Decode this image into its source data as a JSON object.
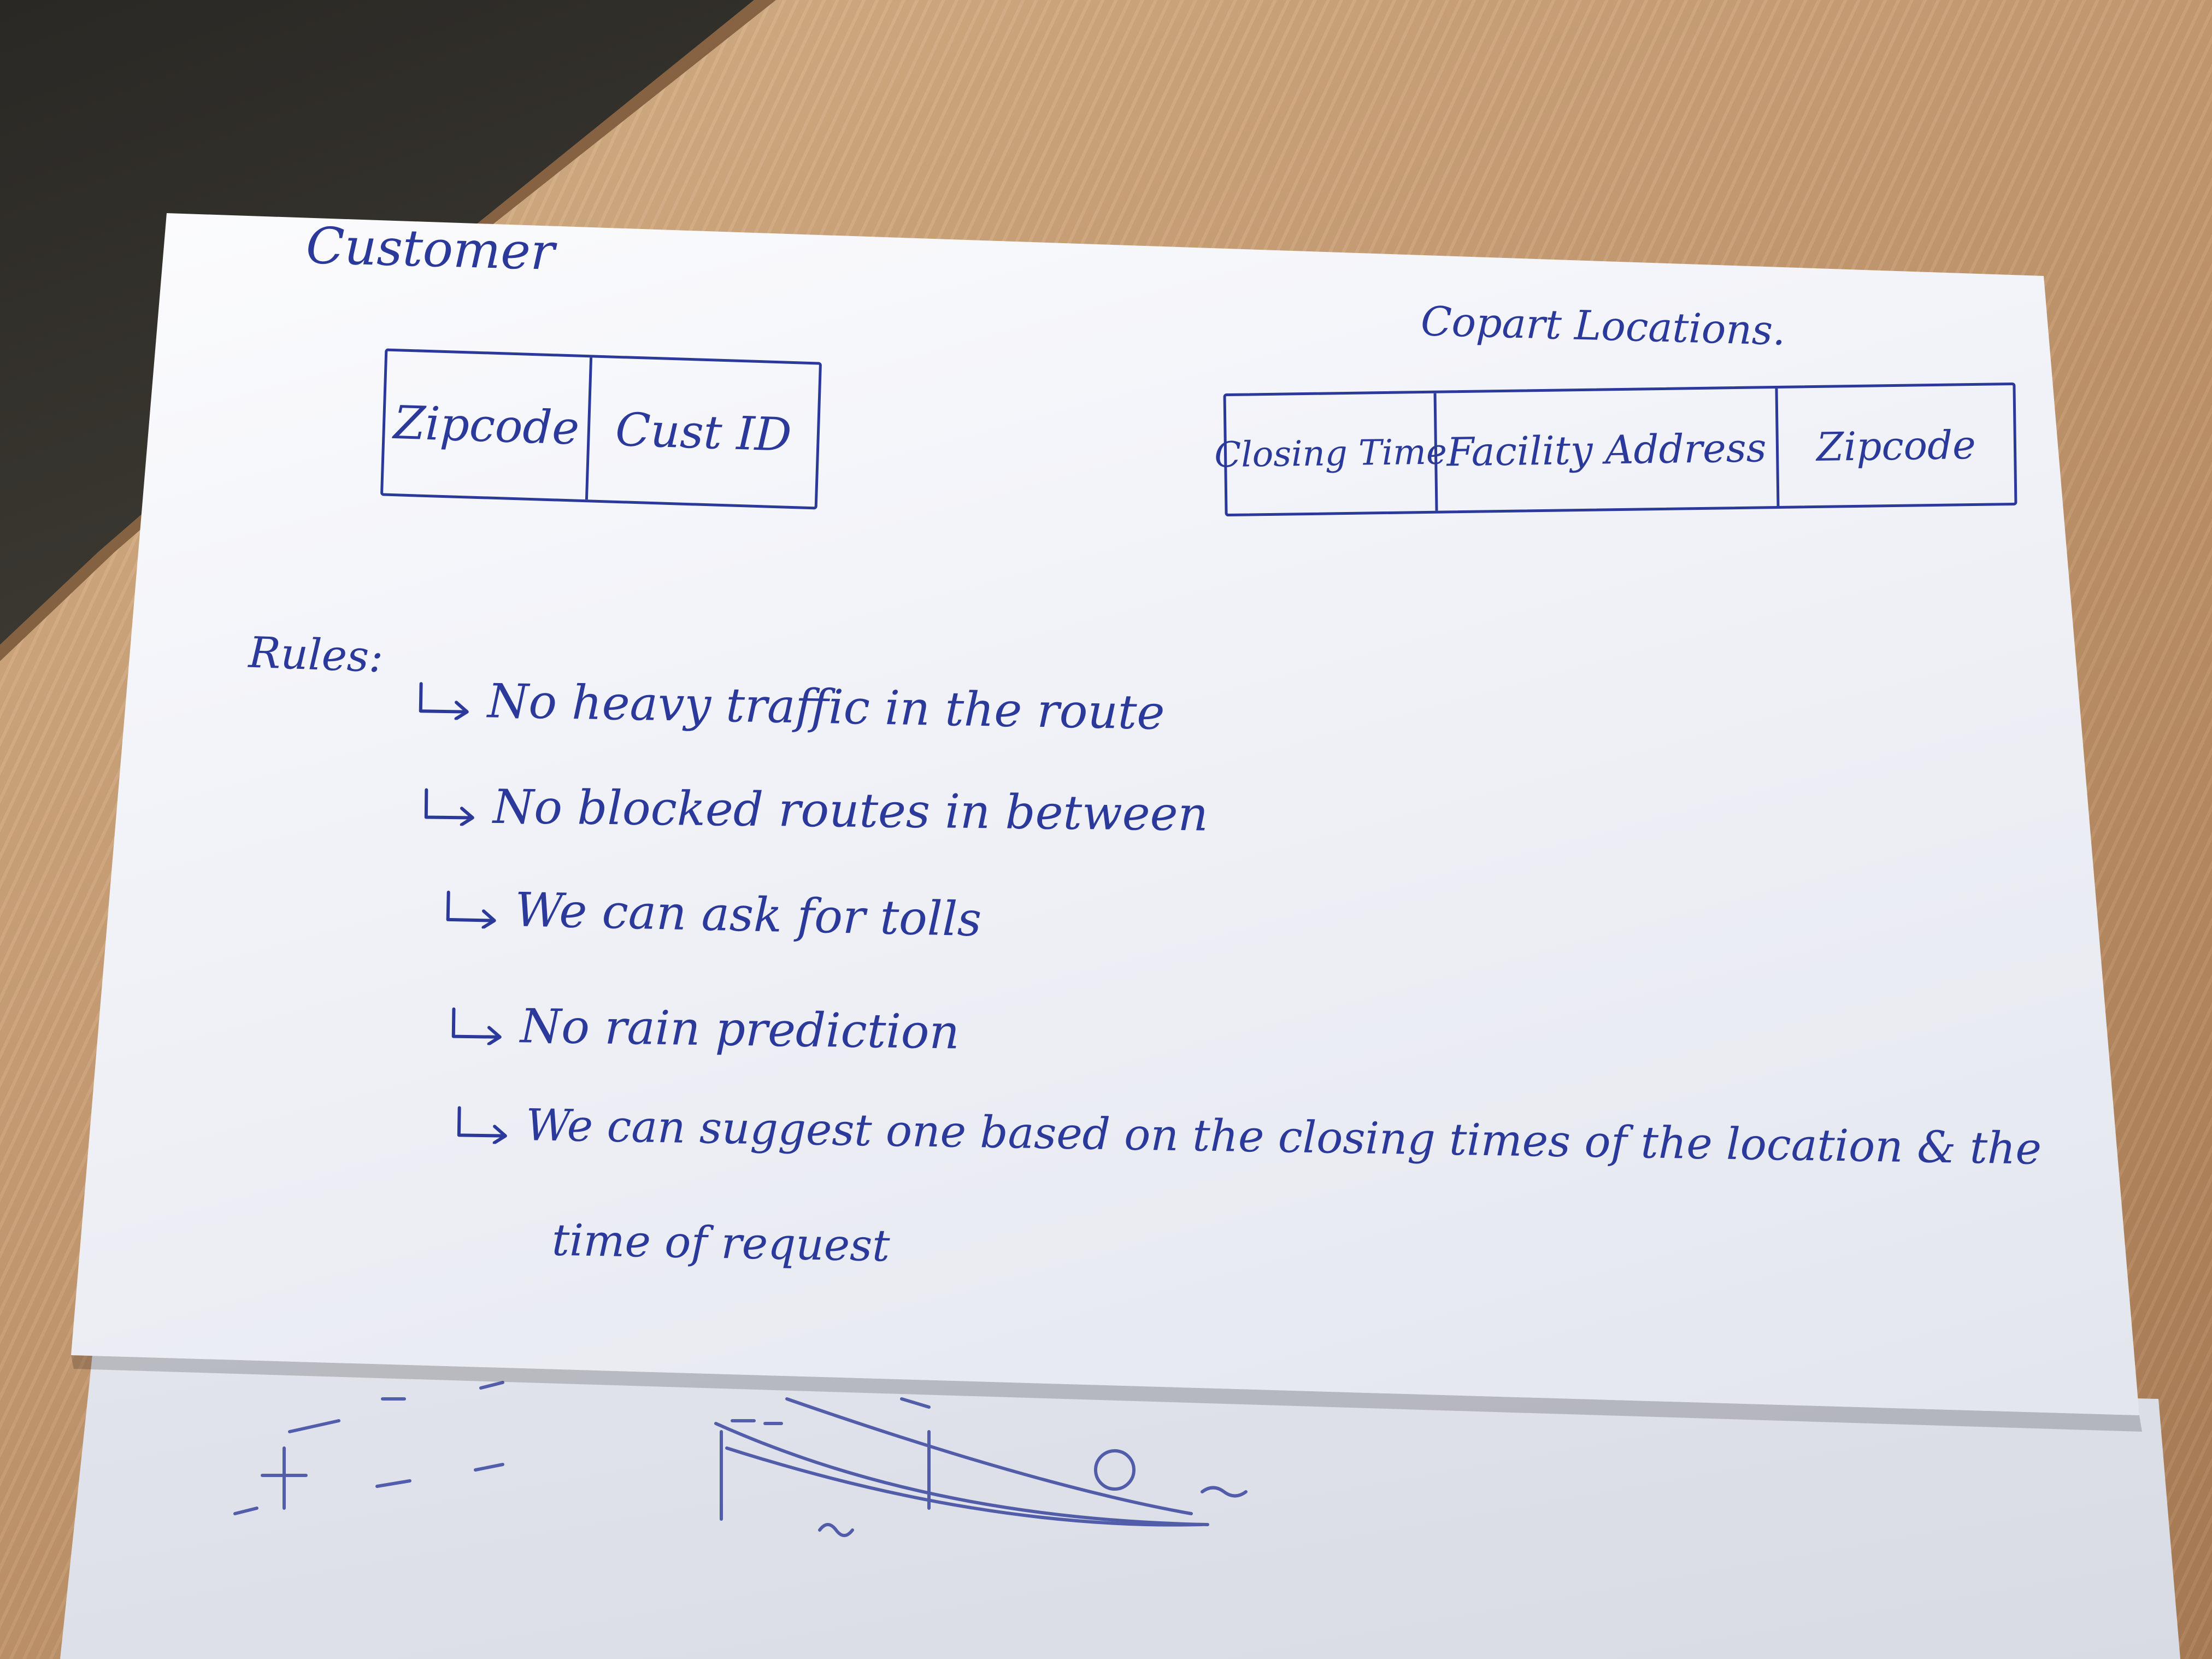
{
  "customer": {
    "heading": "Customer",
    "fields": [
      "Zipcode",
      "Cust ID"
    ]
  },
  "copart": {
    "heading": "Copart Locations.",
    "fields": [
      "Closing Time",
      "Facility Address",
      "Zipcode"
    ]
  },
  "rules": {
    "label": "Rules:",
    "items": [
      "No heavy traffic in the route",
      "No blocked routes in between",
      "We can ask for tolls",
      "No rain prediction",
      "We can suggest one based on the closing times of the location & the"
    ],
    "continuation": "time of request"
  },
  "colors": {
    "ink": "#2b3a9a",
    "paper": "#f1f2f7",
    "table": "#c9a077"
  }
}
